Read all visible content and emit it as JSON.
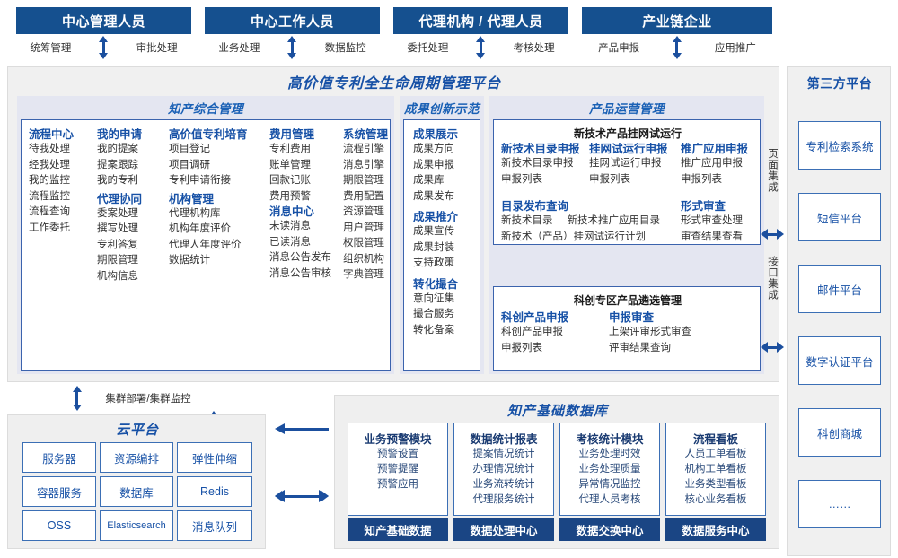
{
  "colors": {
    "header_blue": "#15508f",
    "accent_blue": "#1751a6",
    "border_blue": "#3b6fb5",
    "panel_bg": "#f0f0f0",
    "band_bg": "#e4e6f1",
    "footer_blue": "#1a4584"
  },
  "roles": [
    {
      "title": "中心管理人员",
      "left_action": "统筹管理",
      "right_action": "审批处理"
    },
    {
      "title": "中心工作人员",
      "left_action": "业务处理",
      "right_action": "数据监控"
    },
    {
      "title": "代理机构 / 代理人员",
      "left_action": "委托处理",
      "right_action": "考核处理"
    },
    {
      "title": "产业链企业",
      "left_action": "产品申报",
      "right_action": "应用推广"
    }
  ],
  "platform": {
    "title": "高价值专利全生命周期管理平台",
    "sections": [
      {
        "name": "知产综合管理",
        "columns": [
          {
            "groups": [
              {
                "head": "流程中心",
                "items": [
                  "待我处理",
                  "经我处理",
                  "我的监控",
                  "流程监控",
                  "流程查询",
                  "工作委托"
                ]
              }
            ]
          },
          {
            "groups": [
              {
                "head": "我的申请",
                "items": [
                  "我的提案",
                  "提案跟踪",
                  "我的专利"
                ]
              },
              {
                "head": "代理协同",
                "items": [
                  "委案处理",
                  "撰写处理",
                  "专利答复",
                  "期限管理",
                  "机构信息"
                ]
              }
            ]
          },
          {
            "groups": [
              {
                "head": "高价值专利培育",
                "items": [
                  "项目登记",
                  "项目调研",
                  "专利申请衔接"
                ]
              },
              {
                "head": "机构管理",
                "items": [
                  "代理机构库",
                  "机构年度评价",
                  "代理人年度评价",
                  "数据统计"
                ]
              }
            ]
          },
          {
            "groups": [
              {
                "head": "费用管理",
                "items": [
                  "专利费用",
                  "账单管理",
                  "回款记账",
                  "费用预警"
                ]
              },
              {
                "head": "消息中心",
                "items": [
                  "未读消息",
                  "已读消息",
                  "消息公告发布",
                  "消息公告审核"
                ]
              }
            ]
          },
          {
            "groups": [
              {
                "head": "系统管理",
                "items": [
                  "流程引擎",
                  "消息引擎",
                  "期限管理",
                  "费用配置",
                  "资源管理",
                  "用户管理",
                  "权限管理",
                  "组织机构",
                  "字典管理"
                ]
              }
            ]
          }
        ]
      },
      {
        "name": "成果创新示范",
        "columns": [
          {
            "groups": [
              {
                "head": "成果展示",
                "items": [
                  "成果方向",
                  "成果申报",
                  "成果库",
                  "成果发布"
                ]
              },
              {
                "head": "成果推介",
                "items": [
                  "成果宣传",
                  "成果封装",
                  "支持政策"
                ]
              },
              {
                "head": "转化撮合",
                "items": [
                  "意向征集",
                  "撮合服务",
                  "转化备案"
                ]
              }
            ]
          }
        ]
      },
      {
        "name": "产品运营管理",
        "boxes": [
          {
            "head": "新技术产品挂网试运行",
            "row1": [
              {
                "head": "新技术目录申报",
                "items": [
                  "新技术目录申报",
                  "申报列表"
                ]
              },
              {
                "head": "挂网试运行申报",
                "items": [
                  "挂网试运行申报",
                  "申报列表"
                ]
              },
              {
                "head": "推广应用申报",
                "items": [
                  "推广应用申报",
                  "申报列表"
                ]
              }
            ],
            "row2": [
              {
                "head": "目录发布查询",
                "items": [
                  "新技术目录",
                  "新技术推广应用目录",
                  "新技术（产品）挂网试运行计划"
                ]
              },
              {
                "head": "形式审查",
                "items": [
                  "形式审查处理",
                  "审查结果查看"
                ]
              }
            ]
          },
          {
            "head": "科创专区产品遴选管理",
            "row1": [
              {
                "head": "科创产品申报",
                "items": [
                  "科创产品申报",
                  "申报列表"
                ]
              },
              {
                "head": "申报审查",
                "items": [
                  "上架评审形式审查",
                  "评审结果查询"
                ]
              }
            ]
          }
        ]
      }
    ]
  },
  "integration": {
    "page_integration": "页面集成",
    "api_integration": "接口集成"
  },
  "third_party": {
    "title": "第三方平台",
    "items": [
      "专利检索系统",
      "短信平台",
      "邮件平台",
      "数字认证平台",
      "科创商城",
      "……"
    ]
  },
  "cloud": {
    "connector_label": "集群部署/集群监控",
    "title": "云平台",
    "cells": [
      "服务器",
      "资源编排",
      "弹性伸缩",
      "容器服务",
      "数据库",
      "Redis",
      "OSS",
      "Elasticsearch",
      "消息队列"
    ]
  },
  "database": {
    "title": "知产基础数据库",
    "columns": [
      {
        "head": "业务预警模块",
        "items": [
          "预警设置",
          "预警提醒",
          "预警应用"
        ],
        "footer": "知产基础数据"
      },
      {
        "head": "数据统计报表",
        "items": [
          "提案情况统计",
          "办理情况统计",
          "业务流转统计",
          "代理服务统计"
        ],
        "footer": "数据处理中心"
      },
      {
        "head": "考核统计模块",
        "items": [
          "业务处理时效",
          "业务处理质量",
          "异常情况监控",
          "代理人员考核"
        ],
        "footer": "数据交换中心"
      },
      {
        "head": "流程看板",
        "items": [
          "人员工单看板",
          "机构工单看板",
          "业务类型看板",
          "核心业务看板"
        ],
        "footer": "数据服务中心"
      }
    ]
  }
}
